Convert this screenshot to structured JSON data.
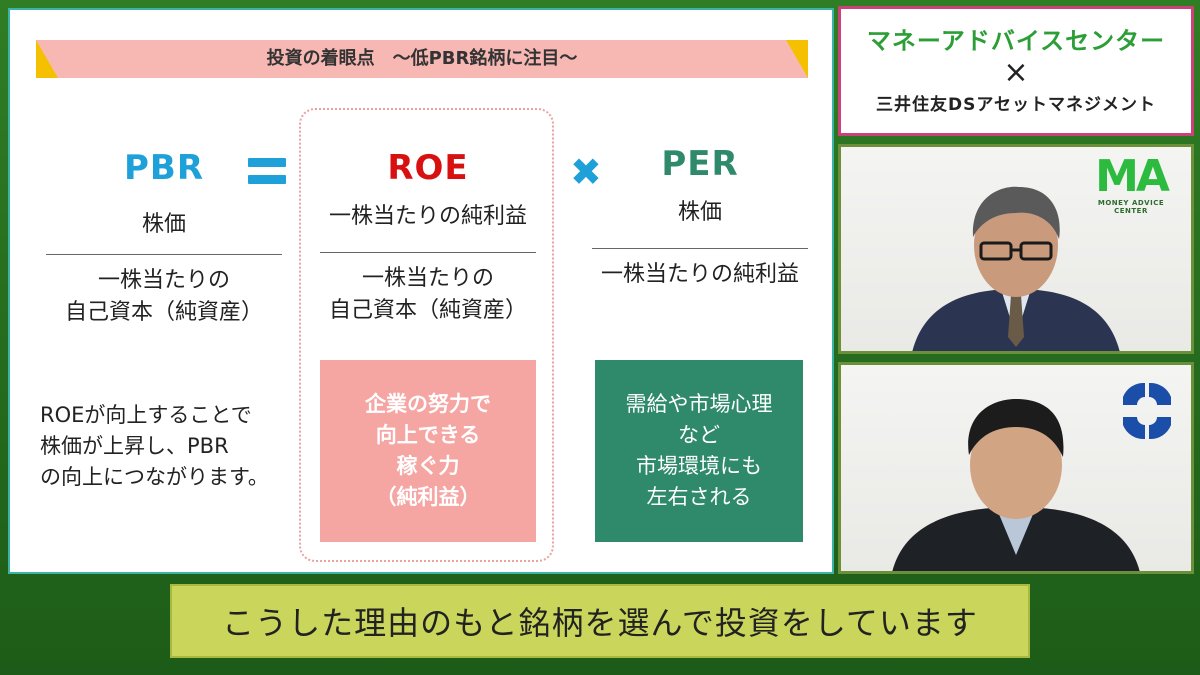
{
  "slide": {
    "title": "投資の着眼点　～低PBR銘柄に注目～",
    "pbr": {
      "term": "PBR",
      "numerator": "株価",
      "denominator_line1": "一株当たりの",
      "denominator_line2": "自己資本（純資産）"
    },
    "roe": {
      "term": "ROE",
      "numerator": "一株当たりの純利益",
      "denominator_line1": "一株当たりの",
      "denominator_line2": "自己資本（純資産）"
    },
    "per": {
      "term": "PER",
      "numerator": "株価",
      "denominator": "一株当たりの純利益"
    },
    "note_lines": [
      "ROEが向上することで",
      "株価が上昇し、PBR",
      "の向上につながります。"
    ],
    "roe_box_lines": [
      "企業の努力で",
      "向上できる",
      "稼ぐ力",
      "（純利益）"
    ],
    "per_box_lines": [
      "需給や市場心理",
      "など",
      "市場環境にも",
      "左右される"
    ]
  },
  "brand": {
    "top": "マネーアドバイスセンター",
    "cross": "×",
    "bottom": "三井住友DSアセットマネジメント"
  },
  "cam1": {
    "logo_mark": "MA",
    "logo_text": "MONEY ADVICE CENTER"
  },
  "caption": "こうした理由のもと銘柄を選んで投資をしています",
  "colors": {
    "pbr": "#1ea0d8",
    "roe": "#d81010",
    "per": "#2e8a6a",
    "title_bar": "#f7b8b4",
    "accent_yellow": "#f5c000",
    "caption_bg": "#c9d65b",
    "background_green": "#2f7d25"
  }
}
